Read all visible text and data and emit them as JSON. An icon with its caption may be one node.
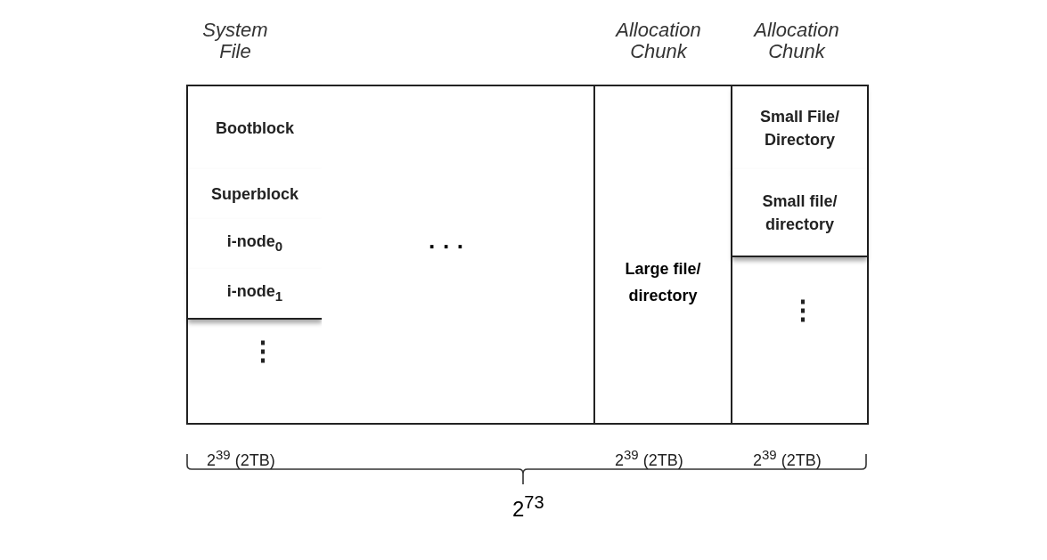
{
  "diagram": {
    "nodes": [
      {
        "text": [
          "System File"
        ],
        "beside": [
          "2$^{39}$ (2TB)"
        ]
      },
      {
        "text": [
          "Bootblock"
        ],
        "in": 0
      },
      {
        "text": [
          "Superblock"
        ],
        "in": 0
      },
      {
        "text": [
          "i-node$_{0}$"
        ],
        "in": 0
      },
      {
        "text": [
          "i-node$_{1}$"
        ],
        "in": 0
      },
      {
        "text": [
          "· · ·"
        ]
      },
      {
        "text": [
          "Allocation Chunk",
          "Large file/ directory"
        ],
        "beside": [
          "2$^{39}$ (2TB)"
        ]
      },
      {
        "text": [
          "Allocation Chunk"
        ],
        "beside": [
          "2$^{39}$ (2TB)"
        ]
      },
      {
        "text": [
          "Small File/ Directory"
        ],
        "in": 7
      },
      {
        "text": [
          "Small file/ directory"
        ],
        "in": 7
      }
    ],
    "edges": [],
    "labels": [
      "⋮",
      "⋮",
      "2$^{73}$"
    ]
  }
}
